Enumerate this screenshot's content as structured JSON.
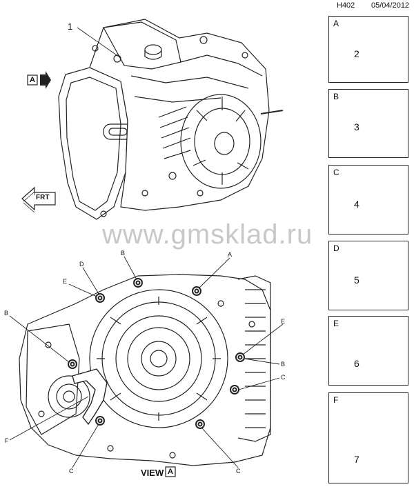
{
  "header": {
    "code": "H402",
    "date": "05/04/2012"
  },
  "watermark": "www.gmsklad.ru",
  "top_view": {
    "callout_1": "1",
    "arrow_a": "A",
    "frt_label": "FRT"
  },
  "view_label": {
    "text": "VIEW",
    "box": "A"
  },
  "lower_view_callouts": {
    "a": "A",
    "b_top": "B",
    "d": "D",
    "e_left": "E",
    "b_left": "B",
    "e_right": "E",
    "b_right": "B",
    "c_right": "C",
    "f": "F",
    "c_bottom_left": "C",
    "c_bottom_right": "C"
  },
  "panels": [
    {
      "letter": "A",
      "number": "2"
    },
    {
      "letter": "B",
      "number": "3"
    },
    {
      "letter": "C",
      "number": "4"
    },
    {
      "letter": "D",
      "number": "5"
    },
    {
      "letter": "E",
      "number": "6"
    },
    {
      "letter": "F",
      "number": "7"
    }
  ]
}
